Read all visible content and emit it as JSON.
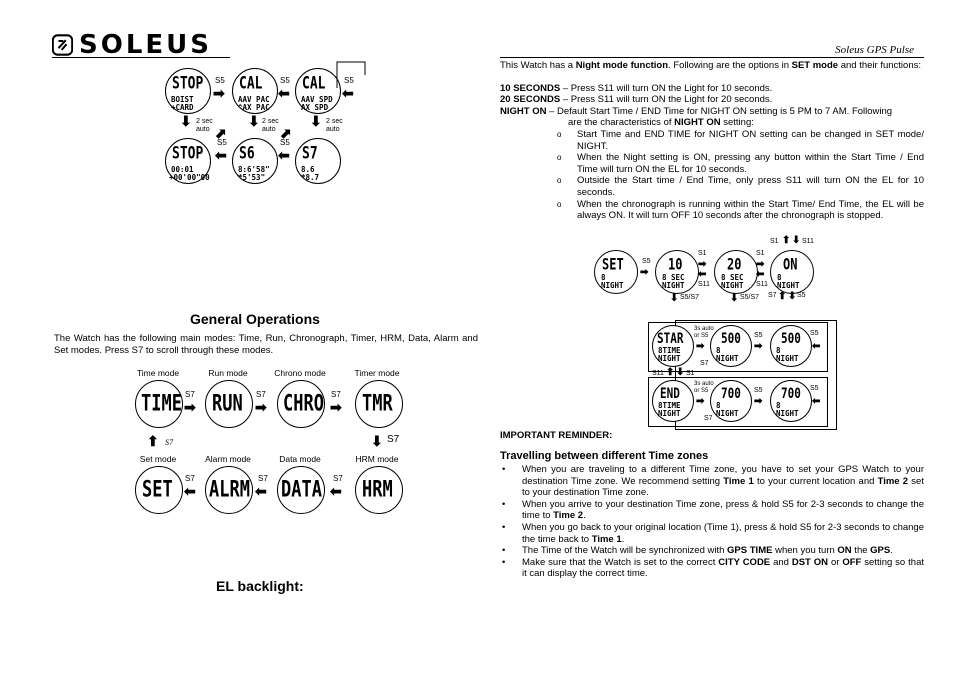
{
  "header": {
    "brand": "SOLEUS",
    "doc_title": "Soleus GPS Pulse"
  },
  "left": {
    "stop_diagram": {
      "watches": [
        {
          "big": "STOP",
          "l2": "BOIST",
          "l3": "+CARD"
        },
        {
          "big": "CAL",
          "l2": "AAV PAC",
          "l3": "^AX PAC"
        },
        {
          "big": "CAL",
          "l2": "AAV SPD",
          "l3": "AX SPD"
        },
        {
          "big": "STOP",
          "l2": "00:01",
          "l3": "+00'00\"00"
        },
        {
          "big": "S6",
          "l2": "8:6'58\"",
          "l3": "*5'53\""
        },
        {
          "big": "S7",
          "l2": "8.6",
          "l3": "*8.7"
        }
      ],
      "labels": {
        "s5": "S5",
        "two_sec": "2 sec",
        "auto": "auto"
      }
    },
    "general_ops": {
      "heading": "General Operations",
      "para": "The Watch has the following main modes: Time, Run, Chronograph, Timer, HRM, Data, Alarm and Set modes. Press S7 to scroll through these modes."
    },
    "modes_diagram": {
      "top": [
        {
          "label": "Time mode",
          "display": "TIME"
        },
        {
          "label": "Run mode",
          "display": "RUN"
        },
        {
          "label": "Chrono mode",
          "display": "CHRO"
        },
        {
          "label": "Timer mode",
          "display": "TMR"
        }
      ],
      "bottom": [
        {
          "label": "Set mode",
          "display": "SET"
        },
        {
          "label": "Alarm mode",
          "display": "ALRM"
        },
        {
          "label": "Data mode",
          "display": "DATA"
        },
        {
          "label": "HRM mode",
          "display": "HRM"
        }
      ],
      "s7": "S7"
    },
    "el_heading": "EL backlight:"
  },
  "right": {
    "intro_a": "This Watch has a ",
    "intro_b": "Night mode function",
    "intro_c": ". Following are the options in ",
    "intro_d": "SET mode",
    "intro_e": " and their functions:",
    "opt1_b": "10 SECONDS",
    "opt1_t": " – Press S11 will turn ON the Light for 10 seconds.",
    "opt2_b": "20 SECONDS",
    "opt2_t": " – Press S11 will turn ON the Light for 20 seconds.",
    "opt3_b": "NIGHT ON",
    "opt3_t": " – Default Start Time / END Time for NIGHT ON setting is 5 PM to 7 AM. Following",
    "opt3_t2": "are the characteristics of ",
    "opt3_b2": "NIGHT ON",
    "opt3_t3": " setting:",
    "sub_items": [
      "Start Time and END TIME for NIGHT ON setting can be changed in SET mode/ NIGHT.",
      "When the Night setting is ON, pressing any button within the Start Time / End Time will turn ON the EL for 10 seconds.",
      "Outside the Start time / End Time, only press S11 will turn ON the EL for 10 seconds.",
      "When the chronograph is running within the Start Time/ End Time, the EL will be always ON. It will turn OFF 10 seconds after the chronograph is stopped."
    ],
    "night_diagram": {
      "row1": [
        {
          "big": "SET",
          "l2": "8",
          "l3": "NIGHT"
        },
        {
          "big": "10",
          "l2": "8 SEC",
          "l3": "NIGHT"
        },
        {
          "big": "20",
          "l2": "8 SEC",
          "l3": "NIGHT"
        },
        {
          "big": "ON",
          "l2": "8",
          "l3": "NIGHT"
        }
      ],
      "row2": [
        {
          "big": "STAR",
          "l2": "8TIME",
          "l3": "NIGHT"
        },
        {
          "big": "500",
          "l2": "8",
          "l3": "NIGHT"
        },
        {
          "big": "500",
          "l2": "8",
          "l3": "NIGHT"
        }
      ],
      "row3": [
        {
          "big": "END",
          "l2": "8TIME",
          "l3": "NIGHT"
        },
        {
          "big": "700",
          "l2": "8",
          "l3": "NIGHT"
        },
        {
          "big": "700",
          "l2": "8",
          "l3": "NIGHT"
        }
      ],
      "labels": {
        "s1": "S1",
        "s5": "S5",
        "s7": "S7",
        "s11": "S11",
        "s5s7": "S5/S7",
        "auto": "3s auto",
        "or_s5": "or S5"
      }
    },
    "reminder": "IMPORTANT REMINDER:",
    "travel_heading": "Travelling between different Time zones",
    "b1": {
      "a": "When you are traveling to a different Time zone, you have to set your GPS Watch to your destination Time zone.  We recommend setting ",
      "b": "Time 1",
      "c": " to your current location and ",
      "d": "Time 2",
      "e": " set to your destination Time zone."
    },
    "b2": {
      "a": "When you arrive to your destination Time zone, press & hold S5 for 2-3 seconds to change the time to ",
      "b": "Time 2",
      "c": "."
    },
    "b3": {
      "a": "When you go back to your original location (Time 1), press & hold S5 for 2-3 seconds to change the time back to ",
      "b": "Time 1",
      "c": "."
    },
    "b4": {
      "a": "The Time of the Watch will be synchronized with ",
      "b": "GPS TIME",
      "c": " when you turn ",
      "d": "ON",
      "e": " the ",
      "f": "GPS",
      "g": "."
    },
    "b5": {
      "a": "Make sure that the Watch is set to the correct ",
      "b": "CITY CODE",
      "c": " and ",
      "d": "DST ON",
      "e": " or ",
      "f": "OFF",
      "g": " setting so that it can display the correct time."
    }
  }
}
